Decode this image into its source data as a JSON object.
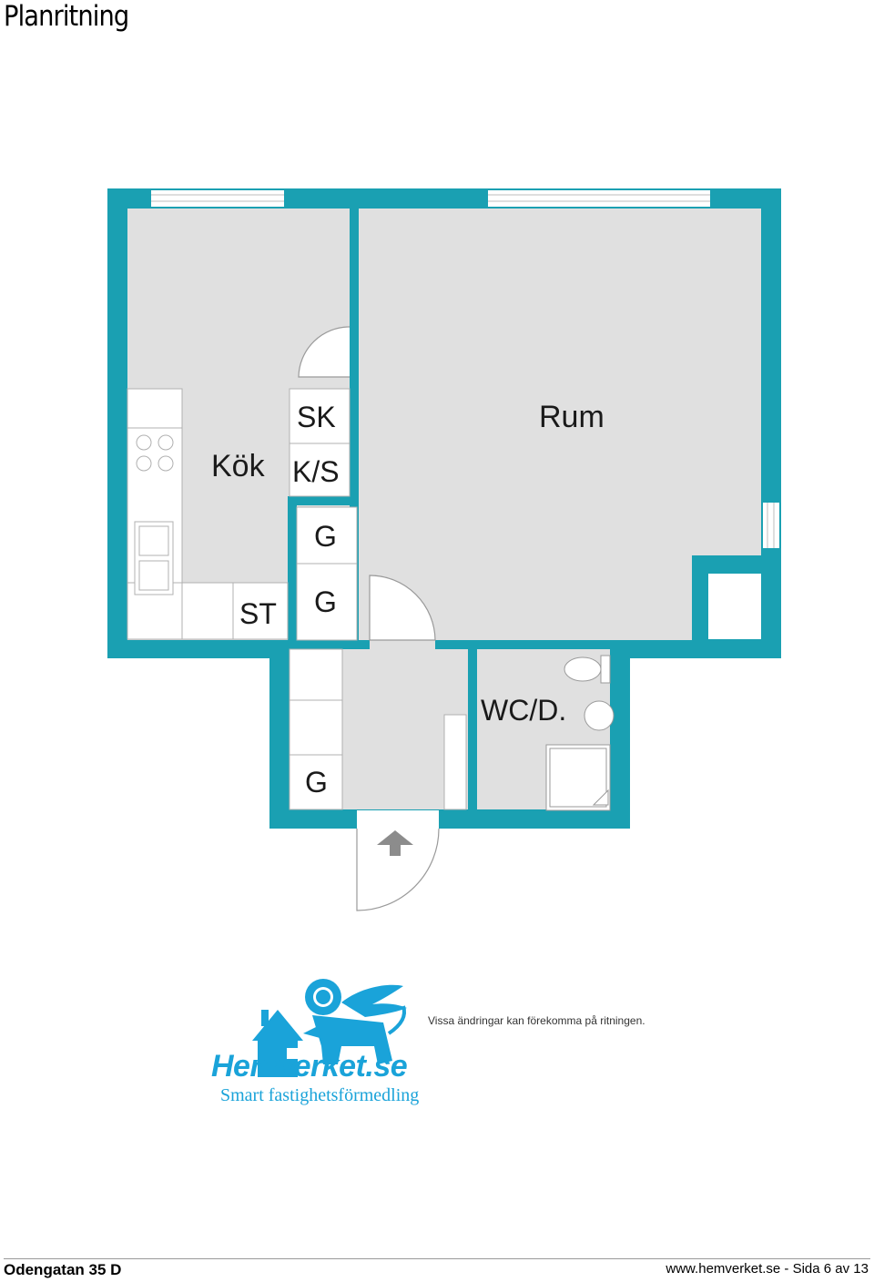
{
  "header": {
    "title": "Planritning"
  },
  "floorplan": {
    "colors": {
      "wall": "#1aa0b2",
      "floor": "#e0e0e0",
      "line": "#9a9a9a",
      "arrow": "#8c8c8c"
    },
    "labels": {
      "kok": "Kök",
      "rum": "Rum",
      "sk": "SK",
      "ks": "K/S",
      "g1": "G",
      "g2": "G",
      "g3": "G",
      "st": "ST",
      "wc": "WC/D."
    }
  },
  "logo": {
    "brand": "Hemverket.se",
    "tagline": "Smart fastighetsförmedling",
    "color": "#1aa3d9"
  },
  "disclaimer": "Vissa ändringar kan förekomma på ritningen.",
  "footer": {
    "address": "Odengatan 35 D",
    "page_info": "www.hemverket.se - Sida 6 av 13"
  }
}
